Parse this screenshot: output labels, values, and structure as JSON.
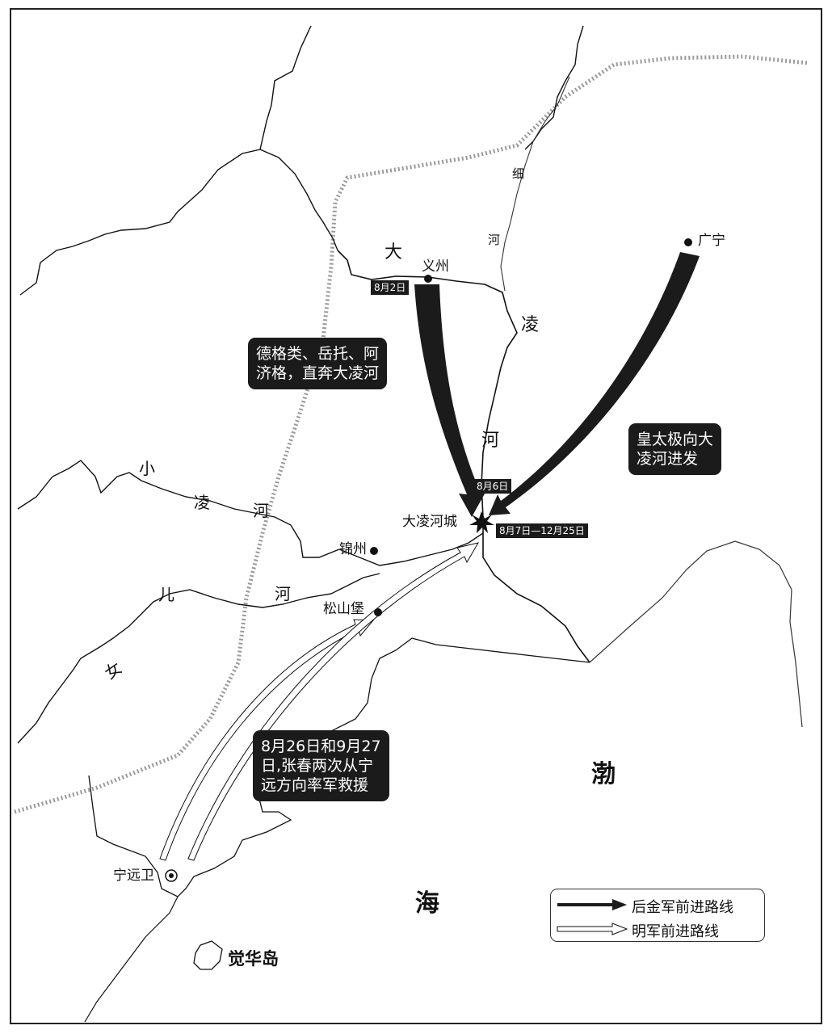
{
  "rivers": {
    "daling": [
      "大",
      "凌",
      "河"
    ],
    "xihe": [
      "细",
      "河"
    ],
    "xiaolinghe": [
      "小",
      "凌",
      "河"
    ],
    "nvErHe": [
      "女",
      "儿",
      "河"
    ]
  },
  "places": {
    "yizhou": "义州",
    "guangning": "广宁",
    "dalinghecheng": "大凌河城",
    "jinzhou": "锦州",
    "songshanbao": "松山堡",
    "ningyuanwei": "宁远卫",
    "juehuadao": "觉华岛"
  },
  "sea": {
    "bo": "渤",
    "hai": "海"
  },
  "date_tags": {
    "aug2": "8月2日",
    "aug6": "8月6日",
    "siege": "8月7日—12月25日"
  },
  "notes": {
    "degelei": [
      "德格类、岳托、阿",
      "济格，直奔大凌河"
    ],
    "huangtaiji": [
      "皇太极向大",
      "凌河进发"
    ],
    "zhangchun": [
      "8月26日和9月27",
      "日,张春两次从宁",
      "远方向率军救援"
    ]
  },
  "legend": {
    "jin": "后金军前进路线",
    "ming": "明军前进路线"
  },
  "colors": {
    "jin_arrow": "#1b1b1b",
    "ming_arrow": "#ffffff",
    "wall": "#a9a9a9",
    "line": "#111111"
  }
}
